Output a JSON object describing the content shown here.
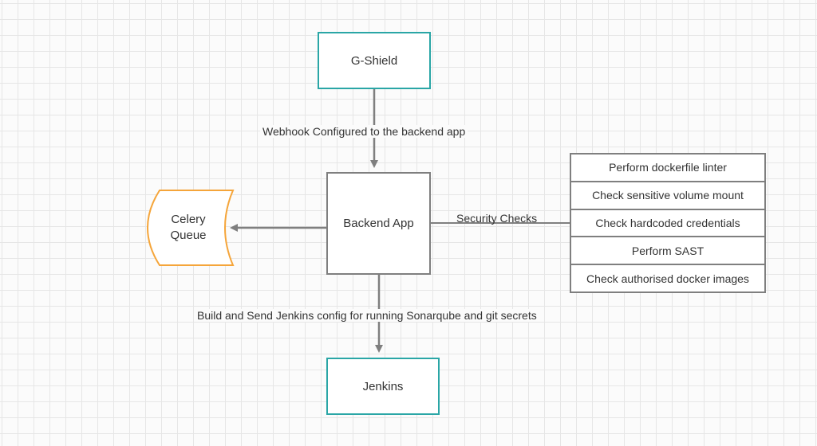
{
  "nodes": {
    "gshield": "G-Shield",
    "backend": "Backend App",
    "jenkins": "Jenkins",
    "celery_line1": "Celery",
    "celery_line2": "Queue"
  },
  "edges": {
    "webhook": "Webhook Configured to the backend app",
    "security": "Security Checks",
    "build": "Build and Send Jenkins config for running Sonarqube and git secrets"
  },
  "security_checks": [
    "Perform dockerfile linter",
    "Check sensitive volume mount",
    "Check hardcoded credentials",
    "Perform SAST",
    "Check authorised docker images"
  ],
  "colors": {
    "teal": "#2aa6a6",
    "orange": "#f5a53a",
    "gray": "#7f7f7f"
  }
}
